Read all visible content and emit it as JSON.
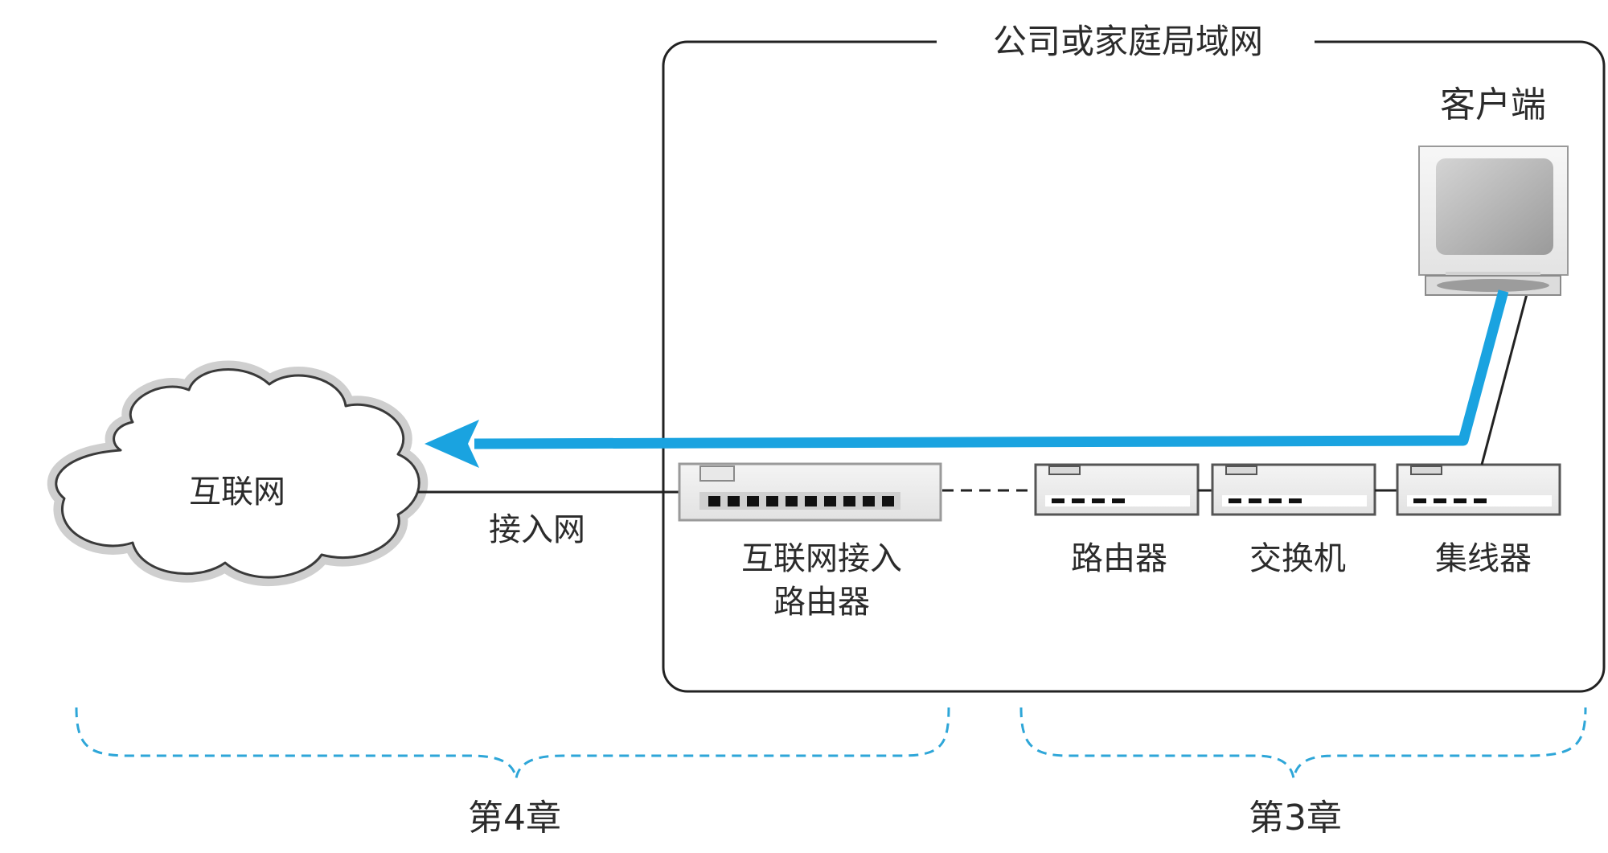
{
  "lan": {
    "title": "公司或家庭局域网"
  },
  "nodes": {
    "internet": "互联网",
    "access_network": "接入网",
    "access_router_line1": "互联网接入",
    "access_router_line2": "路由器",
    "router": "路由器",
    "switch": "交换机",
    "hub": "集线器",
    "client": "客户端"
  },
  "chapters": {
    "left": "第4章",
    "right": "第3章"
  },
  "colors": {
    "flow_arrow": "#1aa3e0",
    "chapter_brace": "#2ea6d8",
    "line": "#222222"
  }
}
